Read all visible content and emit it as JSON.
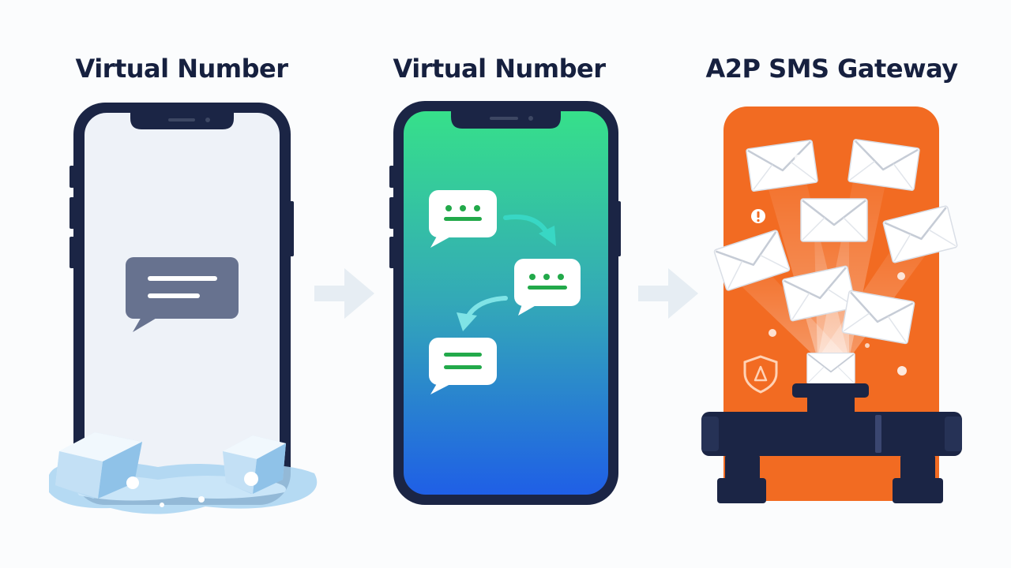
{
  "panels": [
    {
      "title": "Virtual Number"
    },
    {
      "title": "Virtual Number"
    },
    {
      "title": "A2P SMS Gateway"
    }
  ],
  "icons": {
    "panel_1": [
      "phone-icon",
      "chat-bubble-icon",
      "ice-cube-icon"
    ],
    "panel_2": [
      "phone-icon",
      "chat-bubble-icon",
      "curved-arrow-icon"
    ],
    "panel_3": [
      "envelope-icon",
      "warning-icon",
      "shield-icon",
      "pipe-icon"
    ],
    "connectors": [
      "arrow-right-icon"
    ]
  },
  "colors": {
    "dark_navy": "#1b2545",
    "screen_light": "#eef2f8",
    "bubble_slate": "#67728f",
    "screen_gradient_top": "#34df8a",
    "screen_gradient_bottom": "#1f5fe6",
    "bubble_dots_green": "#22a94a",
    "gateway_orange": "#f26b22",
    "ice_blue": "#a8d4f1"
  }
}
